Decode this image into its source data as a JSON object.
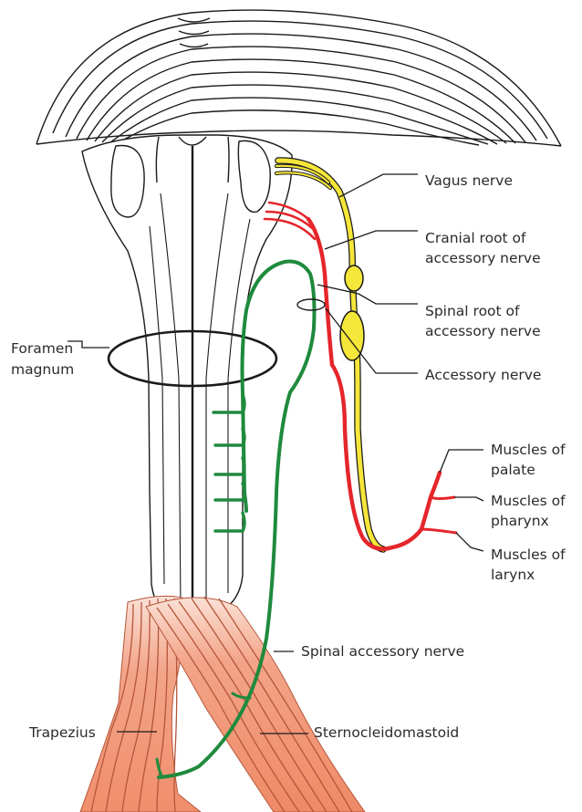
{
  "colors": {
    "brainstem_outline": "#1a1a1a",
    "vagus": "#f5e63a",
    "cranial_root": "#e5262b",
    "spinal_root": "#1f8a3d",
    "muscle_fill": "#f3a488",
    "muscle_stripe": "#b5553a",
    "label_text": "#2b2b2b"
  },
  "labels": {
    "vagus": "Vagus nerve",
    "cranial_root_l1": "Cranial root of",
    "cranial_root_l2": "accessory nerve",
    "spinal_root_l1": "Spinal root of",
    "spinal_root_l2": "accessory nerve",
    "accessory": "Accessory nerve",
    "foramen_l1": "Foramen",
    "foramen_l2": "magnum",
    "palate_l1": "Muscles of",
    "palate_l2": "palate",
    "pharynx_l1": "Muscles of",
    "pharynx_l2": "pharynx",
    "larynx_l1": "Muscles of",
    "larynx_l2": "larynx",
    "spinal_accessory": "Spinal accessory nerve",
    "trapezius": "Trapezius",
    "scm": "Sternocleidomastoid"
  },
  "icons": [
    "brainstem-shape",
    "cerebellum-shape",
    "trapezius-muscle",
    "sternocleidomastoid-muscle"
  ]
}
